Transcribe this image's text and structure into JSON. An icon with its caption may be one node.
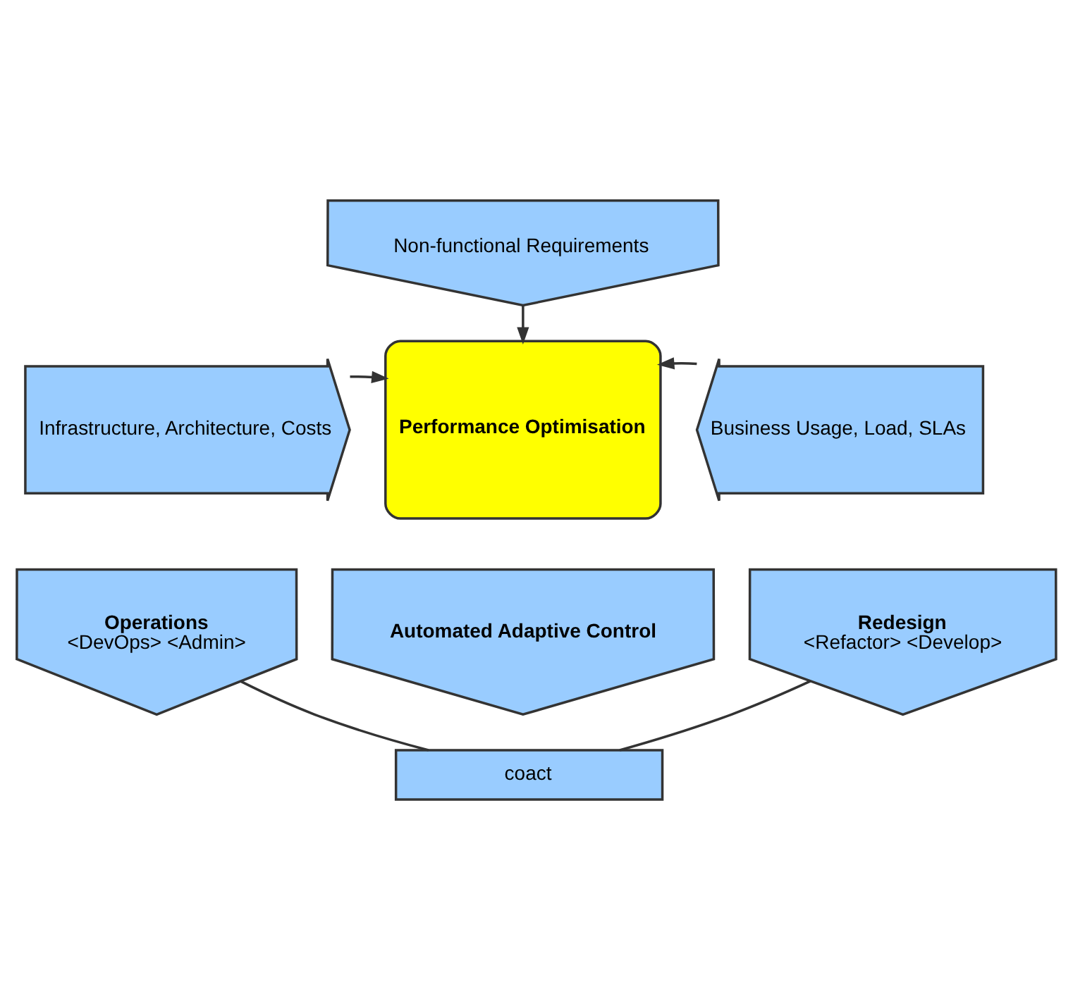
{
  "diagram": {
    "nodes": [
      {
        "text": [
          "Non-functional Requirements"
        ]
      },
      {
        "text": [
          "Infrastructure, Architecture, Costs"
        ]
      },
      {
        "text": [
          "Business Usage, Load, SLAs"
        ]
      },
      {
        "text": [
          "Performance Optimisation"
        ]
      },
      {
        "text": [
          "Operations",
          "<DevOps> <Admin>"
        ]
      },
      {
        "text": [
          "Automated Adaptive Control"
        ]
      },
      {
        "text": [
          "Redesign",
          "<Refactor> <Develop>"
        ]
      },
      {
        "text": [
          "coact"
        ]
      }
    ],
    "edges": [
      {
        "from": 0,
        "to": 3,
        "arrow": "to"
      },
      {
        "from": 1,
        "to": 3,
        "arrow": "to"
      },
      {
        "from": 2,
        "to": 3,
        "arrow": "to"
      },
      {
        "from": 4,
        "to": 7,
        "arrow": "none"
      },
      {
        "from": 7,
        "to": 6,
        "arrow": "none"
      }
    ]
  }
}
